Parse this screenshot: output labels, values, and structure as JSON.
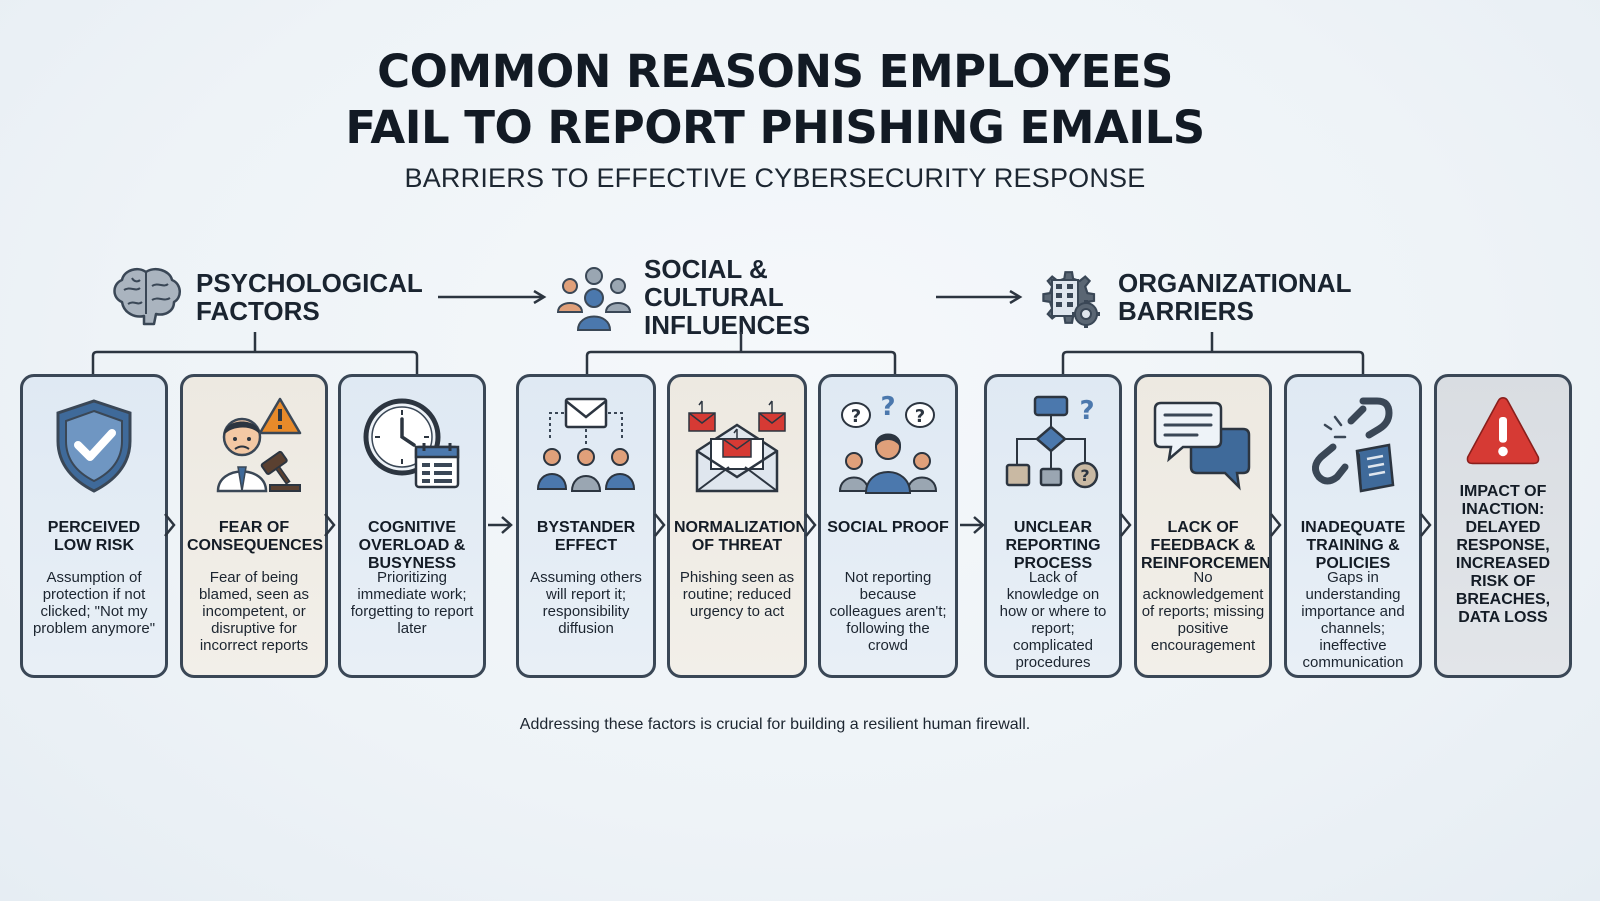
{
  "title_line1": "COMMON REASONS EMPLOYEES",
  "title_line2": "FAIL TO REPORT PHISHING EMAILS",
  "subtitle": "BARRIERS TO EFFECTIVE CYBERSECURITY RESPONSE",
  "categories": [
    {
      "label_line1": "PSYCHOLOGICAL",
      "label_line2": "FACTORS",
      "icon": "brain-icon"
    },
    {
      "label_line1": "SOCIAL & CULTURAL",
      "label_line2": "INFLUENCES",
      "icon": "people-group-icon"
    },
    {
      "label_line1": "ORGANIZATIONAL",
      "label_line2": "BARRIERS",
      "icon": "building-gear-icon"
    }
  ],
  "cards": [
    {
      "title": "PERCEIVED LOW RISK",
      "desc": "Assumption of protection if not clicked; \"Not my problem anymore\"",
      "icon": "shield-check-icon"
    },
    {
      "title": "FEAR OF CONSEQUENCES",
      "desc": "Fear of being blamed, seen as incompetent, or disruptive for incorrect reports",
      "icon": "worried-person-gavel-icon"
    },
    {
      "title": "COGNITIVE OVERLOAD & BUSYNESS",
      "desc": "Prioritizing immediate work; forgetting to report later",
      "icon": "clock-calendar-icon"
    },
    {
      "title": "BYSTANDER EFFECT",
      "desc": "Assuming others will report it; responsibility diffusion",
      "icon": "envelope-bystanders-icon"
    },
    {
      "title": "NORMALIZATION OF THREAT",
      "desc": "Phishing seen as routine; reduced urgency to act",
      "icon": "phishing-envelopes-icon"
    },
    {
      "title": "SOCIAL PROOF",
      "desc": "Not reporting because colleagues aren't; following the crowd",
      "icon": "question-crowd-icon"
    },
    {
      "title": "UNCLEAR REPORTING PROCESS",
      "desc": "Lack of knowledge on how or where to report; complicated procedures",
      "icon": "flowchart-question-icon"
    },
    {
      "title": "LACK OF FEEDBACK & REINFORCEMENT",
      "desc": "No acknowledgement of reports; missing positive encouragement",
      "icon": "chat-bubbles-icon"
    },
    {
      "title": "INADEQUATE TRAINING & POLICIES",
      "desc": "Gaps in understanding importance and channels; ineffective communication",
      "icon": "broken-chain-book-icon"
    },
    {
      "title": "IMPACT OF INACTION: DELAYED RESPONSE, INCREASED RISK OF BREACHES, DATA LOSS",
      "desc": "",
      "icon": "warning-triangle-icon"
    }
  ],
  "footer": "Addressing these factors is crucial for building a resilient human firewall.",
  "colors": {
    "card_blue": "#dfe9f3",
    "card_beige": "#ede9e1",
    "card_gray": "#d9dde2",
    "icon_blue": "#3f6a9a",
    "alert_red": "#d63a34",
    "warning_orange": "#e88a2a",
    "border": "#3a4756"
  }
}
